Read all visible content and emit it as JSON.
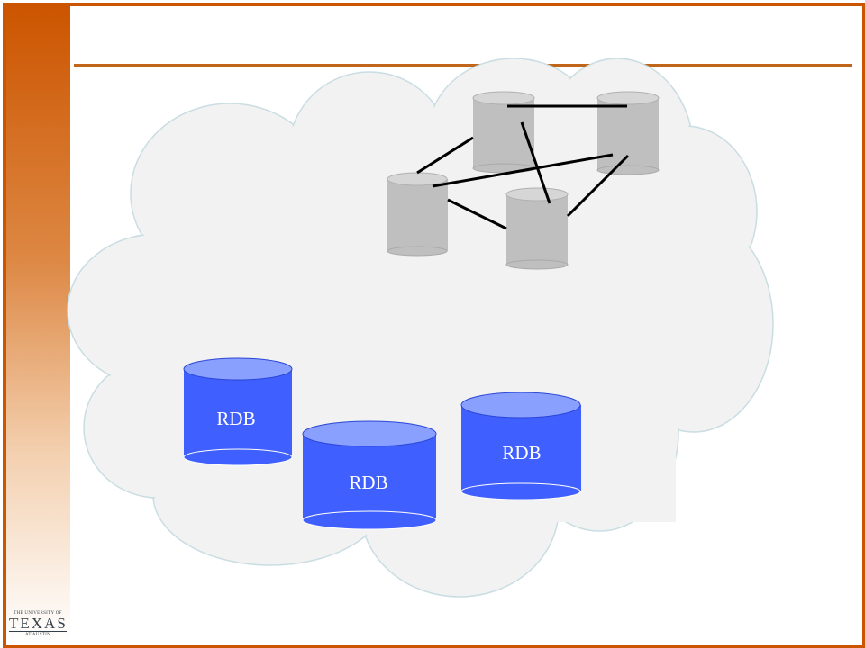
{
  "slide": {
    "colors": {
      "accent": "#cc5500",
      "cloud_fill": "#f2f2f2",
      "cloud_stroke": "#bfd6dc",
      "node_fill": "#bfbfbf",
      "rdb_fill": "#3f5fff",
      "rdb_top": "#8aa0ff"
    },
    "logo": {
      "line1": "THE UNIVERSITY OF",
      "line2": "TEXAS",
      "line3": "AT AUSTIN"
    }
  },
  "diagram": {
    "distributed_nodes": [
      {
        "id": "node-a"
      },
      {
        "id": "node-b"
      },
      {
        "id": "node-c"
      },
      {
        "id": "node-d"
      }
    ],
    "rdb_databases": [
      {
        "label": "RDB"
      },
      {
        "label": "RDB"
      },
      {
        "label": "RDB"
      }
    ]
  }
}
